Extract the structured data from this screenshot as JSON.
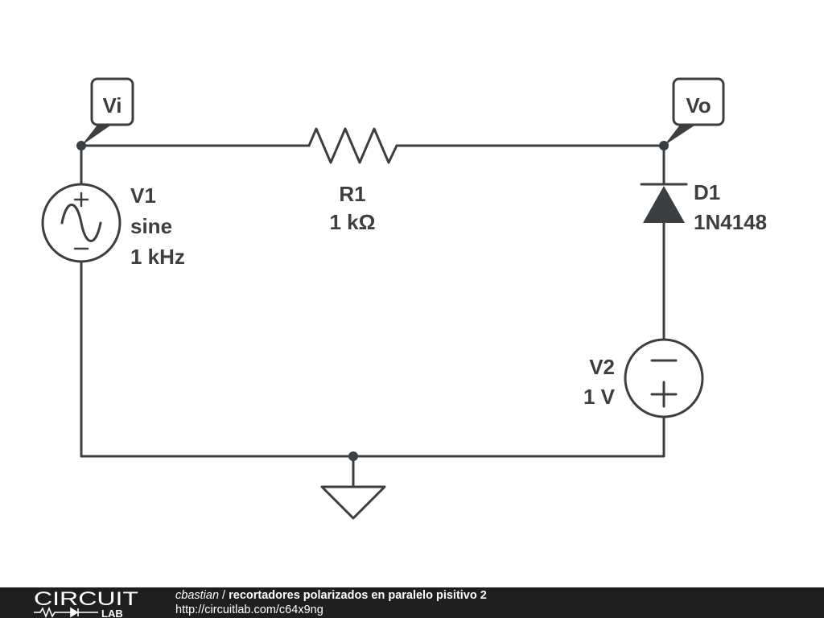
{
  "diagram": {
    "probes": [
      {
        "id": "vi",
        "label": "Vi"
      },
      {
        "id": "vo",
        "label": "Vo"
      }
    ],
    "components": {
      "v1": {
        "name": "V1",
        "type": "sine",
        "value": "1 kHz"
      },
      "r1": {
        "name": "R1",
        "value": "1 kΩ"
      },
      "d1": {
        "name": "D1",
        "model": "1N4148"
      },
      "v2": {
        "name": "V2",
        "value": "1 V",
        "minus_symbol": "−",
        "plus_symbol": "+"
      }
    }
  },
  "footer": {
    "logo_text_top": "CIRCUIT",
    "logo_text_bottom": "LAB",
    "author": "cbastian",
    "separator": " / ",
    "title": "recortadores polarizados en paralelo pisitivo 2",
    "url": "http://circuitlab.com/c64x9ng"
  },
  "colors": {
    "ink": "#3b3f42",
    "footer_bg": "#1d1f21",
    "footer_text": "#ffffff"
  }
}
